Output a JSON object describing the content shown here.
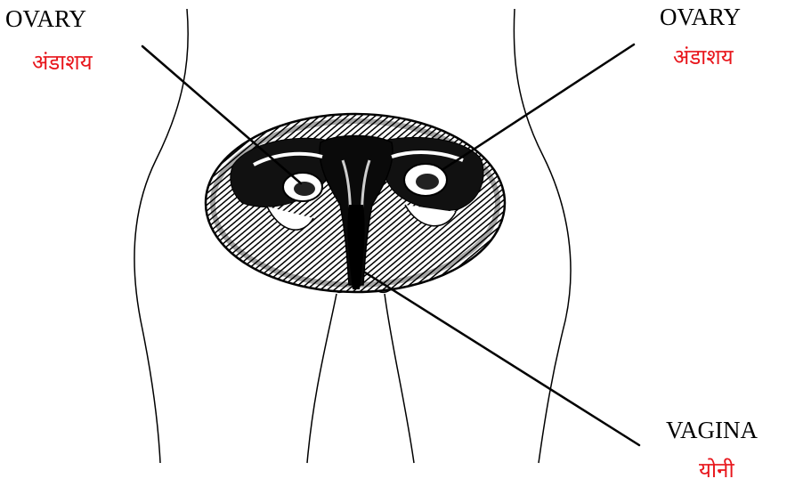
{
  "labels": {
    "ovary_left": {
      "en": "OVARY",
      "hi": "अंडाशय"
    },
    "ovary_right": {
      "en": "OVARY",
      "hi": "अंडाशय"
    },
    "vagina": {
      "en": "VAGINA",
      "hi": "योनी"
    }
  },
  "colors": {
    "english_label": "#000000",
    "hindi_label": "#e8151b",
    "line": "#000000",
    "pelvis_fill": "#1a1a1a"
  }
}
